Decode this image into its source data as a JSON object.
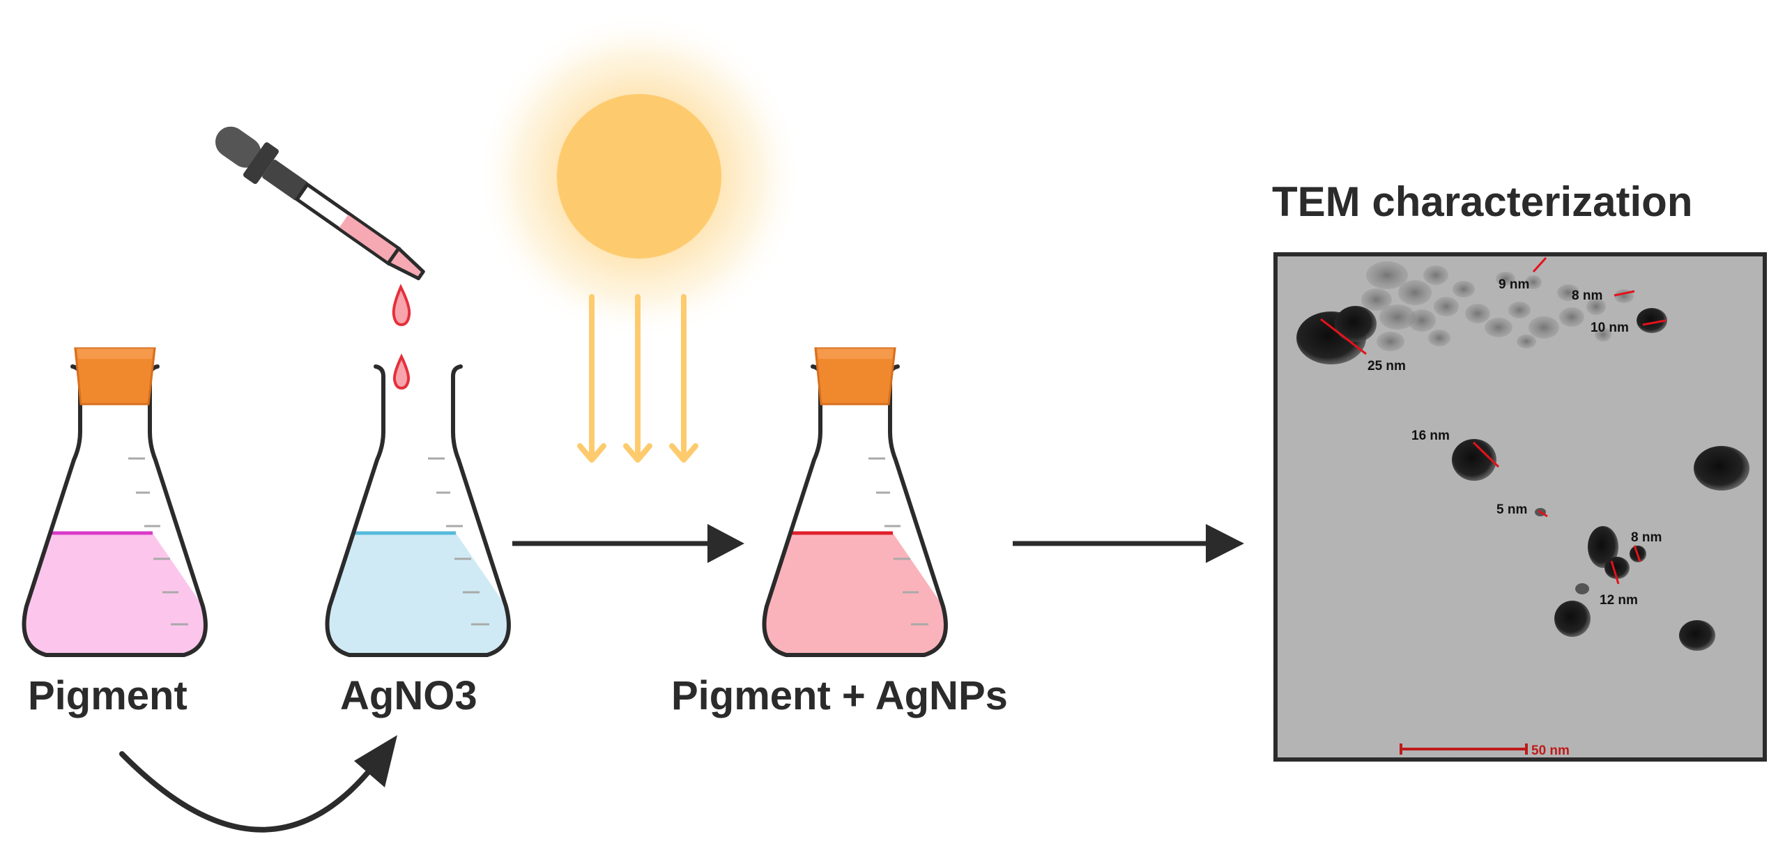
{
  "labels": {
    "pigment": "Pigment",
    "agno3": "AgNO3",
    "product": "Pigment + AgNPs",
    "tem_title": "TEM characterization"
  },
  "tem": {
    "measurements": [
      "9 nm",
      "8 nm",
      "10 nm",
      "25 nm",
      "16 nm",
      "5 nm",
      "8 nm",
      "12 nm"
    ],
    "scale_bar": "50 nm"
  },
  "colors": {
    "pigment_liquid": "#fcc6ec",
    "pigment_line": "#d93ac9",
    "agno3_liquid": "#cfeaf5",
    "agno3_line": "#55b9dc",
    "product_liquid": "#fab3bb",
    "product_line": "#e0202b",
    "stopper": "#f0882e",
    "sun": "#fdcb6e",
    "outline": "#2b2b2b",
    "drop": "#e5303b"
  },
  "icons": [
    "flask-icon",
    "dropper-icon",
    "sun-icon",
    "arrow-icon",
    "tem-micrograph"
  ]
}
